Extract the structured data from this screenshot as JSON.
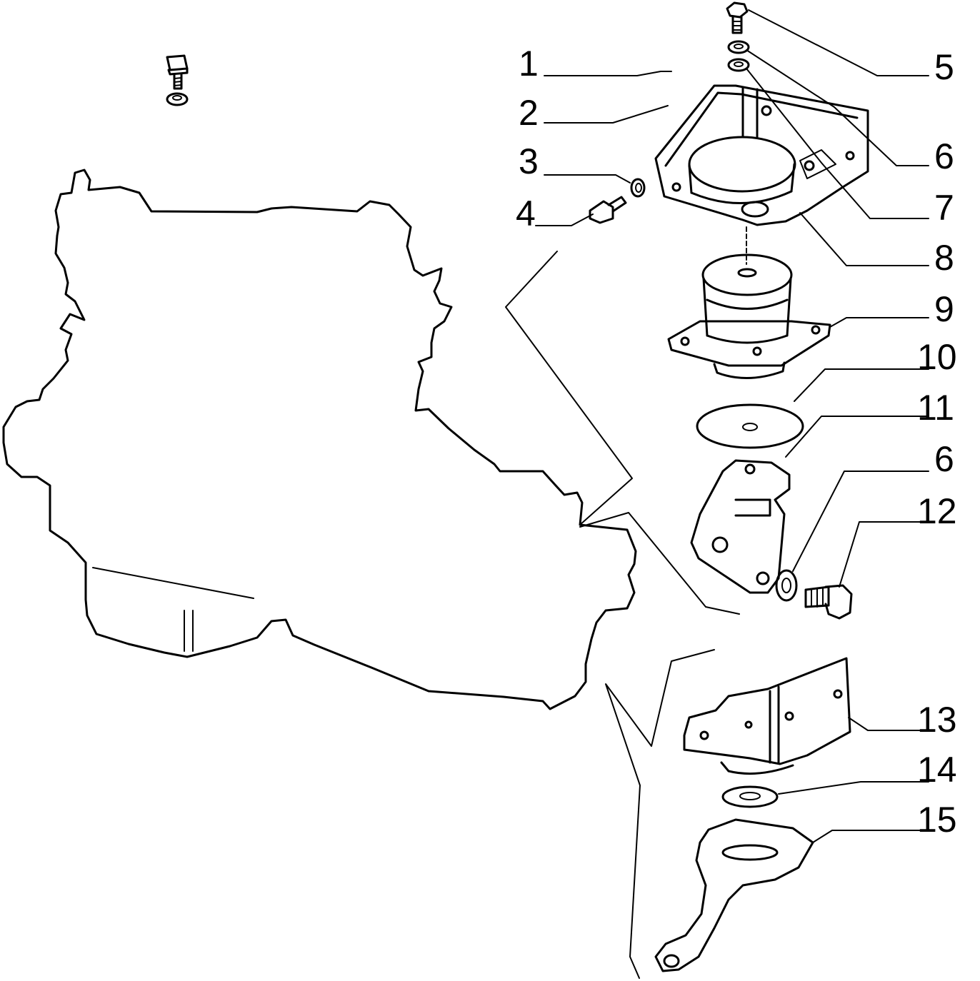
{
  "callouts": [
    {
      "id": "1",
      "label": "1"
    },
    {
      "id": "2",
      "label": "2"
    },
    {
      "id": "3",
      "label": "3"
    },
    {
      "id": "4",
      "label": "4"
    },
    {
      "id": "5",
      "label": "5"
    },
    {
      "id": "6a",
      "label": "6"
    },
    {
      "id": "7",
      "label": "7"
    },
    {
      "id": "8",
      "label": "8"
    },
    {
      "id": "9",
      "label": "9"
    },
    {
      "id": "10",
      "label": "10"
    },
    {
      "id": "11",
      "label": "11"
    },
    {
      "id": "6b",
      "label": "6"
    },
    {
      "id": "12",
      "label": "12"
    },
    {
      "id": "13",
      "label": "13"
    },
    {
      "id": "14",
      "label": "14"
    },
    {
      "id": "15",
      "label": "15"
    }
  ],
  "colors": {
    "ink": "#000000",
    "paper": "#ffffff"
  }
}
